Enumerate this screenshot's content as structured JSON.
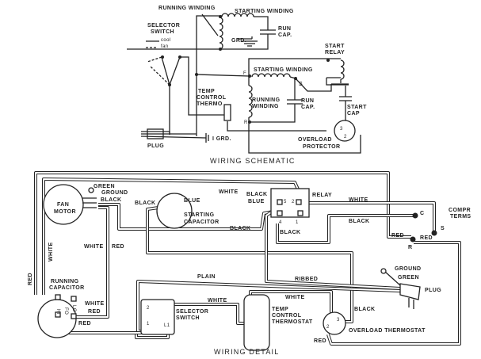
{
  "schematic": {
    "title": "WIRING SCHEMATIC",
    "labels": {
      "running_winding_top": "RUNNING WINDING",
      "starting_winding_top": "STARTING WINDING",
      "selector_switch_1": "SELECTOR",
      "selector_switch_2": "SWITCH",
      "legend_cool": "cool",
      "legend_fan": "fan",
      "run_cap_top_1": "RUN",
      "run_cap_top_2": "CAP.",
      "grd_top": "GRD.",
      "start_relay_1": "START",
      "start_relay_2": "RELAY",
      "node_f": "F",
      "starting_winding_bottom": "STARTING WINDING",
      "node_s": "S",
      "temp_control_1": "TEMP",
      "temp_control_2": "CONTROL",
      "temp_control_3": "THERMO",
      "running_winding_bottom_1": "RUNNING",
      "running_winding_bottom_2": "WINDING",
      "run_cap_bottom_1": "RUN",
      "run_cap_bottom_2": "CAP.",
      "start_cap_1": "START",
      "start_cap_2": "CAP",
      "node_r": "R",
      "overload_3": "3",
      "overload_2": "2",
      "grd_bottom": "I GRD.",
      "plug": "PLUG",
      "overload_1": "OVERLOAD",
      "overload_protector": "PROTECTOR"
    }
  },
  "detail": {
    "title": "WIRING DETAIL",
    "labels": {
      "green_fan": "GREEN",
      "ground_fan": "GROUND",
      "black_fan": "BLACK",
      "fan_1": "FAN",
      "fan_2": "MOTOR",
      "white_top": "WHITE",
      "black_relay": "BLACK",
      "blue_relay": "BLUE",
      "relay_5": "5",
      "relay_2": "2",
      "relay": "RELAY",
      "black_startcap": "BLACK",
      "blue_startcap": "BLUE",
      "starting_cap_1": "STARTING",
      "starting_cap_2": "CAPACITOR",
      "white_right": "WHITE",
      "compr_1": "COMPR",
      "compr_2": "TERMS",
      "term_c": "C",
      "black_c": "BLACK",
      "term_s": "S",
      "black_mid": "BLACK",
      "relay_4": "4",
      "relay_1": "1",
      "black_relay_bottom": "BLACK",
      "red_left_r": "RED",
      "red_right_r": "RED",
      "term_r": "R",
      "white_fan_down": "WHITE",
      "red_fan_down": "RED",
      "white_vertical": "WHITE",
      "red_vertical": "RED",
      "running_cap_1": "RUNNING",
      "running_cap_2": "CAPACITOR",
      "cap_hi": "HI",
      "cap_fo": "FO",
      "cap_lo": "LO",
      "ground_plug": "GROUND",
      "green_plug": "GREEN",
      "plug": "PLUG",
      "plain": "PLAIN",
      "ribbed": "RIBBED",
      "white_thermo_top": "WHITE",
      "white_selector": "WHITE",
      "white_cap": "WHITE",
      "red_cap": "RED",
      "selector_1": "SELECTOR",
      "selector_2": "SWITCH",
      "sel_2": "2",
      "sel_1": "1",
      "sel_l1": "L1",
      "temp_1": "TEMP",
      "temp_2": "CONTROL",
      "temp_3": "THERMOSTAT",
      "black_overload": "BLACK",
      "red_bottom": "RED",
      "overload_thermostat": "OVERLOAD THERMOSTAT",
      "overload_2": "2",
      "overload_3": "3",
      "red_overload": "RED"
    }
  }
}
